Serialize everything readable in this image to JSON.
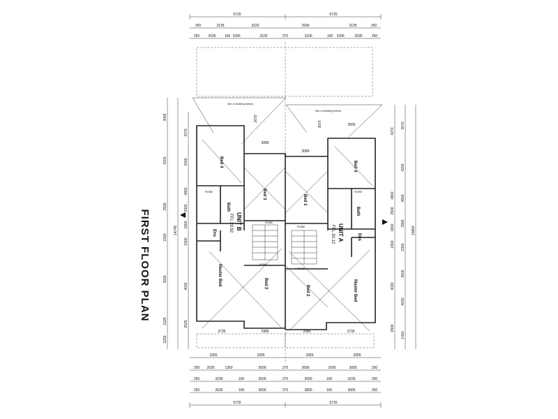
{
  "title": "FIRST FLOOR PLAN",
  "units": {
    "unit_b": {
      "name": "UNIT B",
      "area": "FFL 29.92"
    },
    "unit_a": {
      "name": "UNIT A",
      "area": "FFL 30.12"
    }
  },
  "rooms": {
    "b_bed4": "Bed 4",
    "b_bed3": "Bed 3",
    "b_bed2": "Bed 2",
    "b_master": "Master Bed",
    "b_bath": "Bath",
    "b_ens": "Ens",
    "a_bed4": "Bed 4",
    "a_bed3": "Bed 3",
    "a_bed2": "Bed 2",
    "a_master": "Master Bed",
    "a_bath": "Bath",
    "a_ens": "Ens",
    "robe": "ROBE",
    "line_of_building": "line of building below",
    "stair_up": "Down"
  },
  "top_dims": {
    "row1": [
      "6720",
      "6720"
    ],
    "row2": [
      "250",
      "3135",
      "3220",
      "2930",
      "3135",
      "250"
    ],
    "row3": [
      "250",
      "2035",
      "100",
      "1000",
      "3100",
      "270",
      "3100",
      "100",
      "1000",
      "2035",
      "250"
    ]
  },
  "bottom_dims": {
    "row1": [
      "3355",
      "3365",
      "3365",
      "3355"
    ],
    "row2": [
      "250",
      "2035",
      "1350",
      "3000",
      "270",
      "2600",
      "1600",
      "3005",
      "250"
    ],
    "row3": [
      "250",
      "3235",
      "100",
      "3000",
      "270",
      "3000",
      "100",
      "3235",
      "250"
    ],
    "row4": [
      "250",
      "2635",
      "100",
      "3000",
      "270",
      "3800",
      "100",
      "3005",
      "250"
    ],
    "row5": [
      "6720",
      "6720"
    ]
  },
  "left_dims": {
    "outer": [
      "3065",
      "4200",
      "2500",
      "2300",
      "3600",
      "2325",
      "2255"
    ],
    "total": "14745",
    "inner": [
      "4270",
      "4200",
      "4800",
      "2900",
      "1800",
      "2300",
      "4030",
      "2525"
    ]
  },
  "right_dims": {
    "outer": [
      "3070",
      "4200",
      "4800",
      "2900",
      "2300",
      "3600",
      "4030",
      "1410"
    ],
    "total": "15800",
    "inner": [
      "4270",
      "4800",
      "2900",
      "1800",
      "2300",
      "4030",
      "2900"
    ]
  },
  "misc_dims": {
    "b_top": "3085",
    "a_top": "3085",
    "a_right": "3655",
    "b_bottom": "2735",
    "b_bottom2": "2985",
    "a_bottom": "2985",
    "a_bottom2": "2735",
    "b_stair": "3070",
    "a_stair": "3070"
  }
}
